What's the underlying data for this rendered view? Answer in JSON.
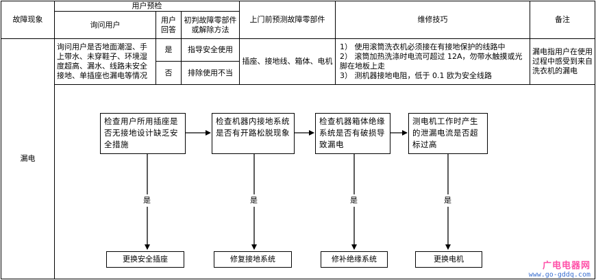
{
  "header": {
    "fault": "故障现象",
    "precheck": "用户预检",
    "ask_user": "询问用户",
    "user_answer": "用户回答",
    "initial_judgment": "初判故障零部件或解除方法",
    "parts_forecast": "上门前预测故障零部件",
    "tips": "维修技巧",
    "remarks": "备注"
  },
  "row": {
    "fault": "漏电",
    "question": "询问用户是否地面潮湿、手上带水、未穿鞋子、环境湿度超高、漏水、线路未安全接地、单插座也漏电等情况",
    "answer_yes": "是",
    "answer_no": "否",
    "judge_yes": "指导安全使用",
    "judge_no": "排除使用不当",
    "parts": "插座、接地线、箱体、电机",
    "tips": [
      "1）  使用滚筒洗衣机必须接在有接地保护的线路中",
      "2）  滚筒加热洗涤时电流可超过 12A，勿带水触摸或光",
      "      脚在地板上走",
      "3）  测机器接地电阻，低于 0.1 欧为安全线路"
    ],
    "remarks": "漏电指用户在使用过程中感受到来自洗衣机的漏电"
  },
  "flow": {
    "steps": [
      "检查用户所用插座是否无接地设计缺乏安全措施",
      "检查机器内接地系统是否有开路松脱现象",
      "检查机器箱体绝缘系统是否有破损导致漏电",
      "测电机工作时产生的泄漏电流是否超标过高"
    ],
    "yes": [
      "是",
      "是",
      "是",
      "是"
    ],
    "results": [
      "更换安全插座",
      "修复接地系统",
      "修补绝缘系统",
      "更换电机"
    ]
  },
  "watermark": {
    "name": "广电电器网",
    "url": "www.go-gddq.com"
  }
}
